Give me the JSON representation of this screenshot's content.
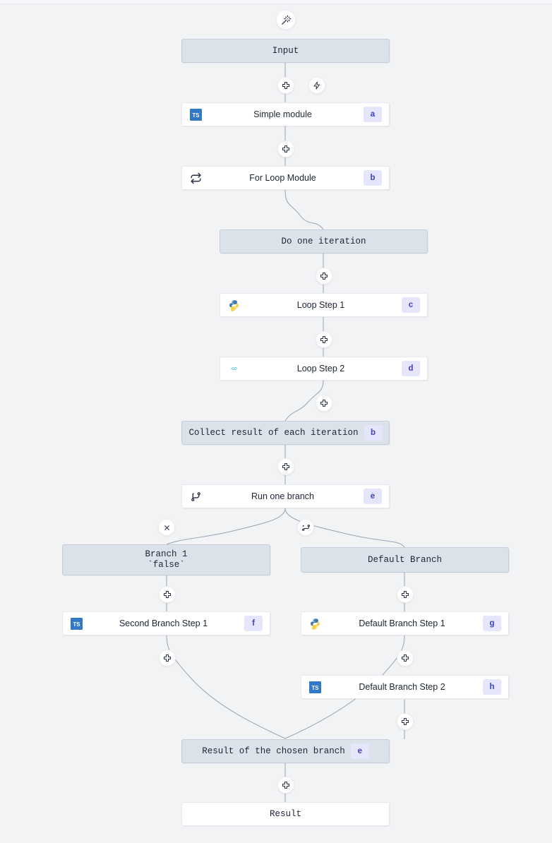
{
  "app": {
    "canvas_background": "#f2f3f5",
    "virtual_node_color": "#dce2ea",
    "step_node_color": "#ffffff",
    "badge_background": "#e5e5fb",
    "badge_text_color": "#4040c0",
    "edge_color": "#9aa2b1"
  },
  "graph": {
    "type": "flow-diagram",
    "title": "Workflow flow graph",
    "top_handle": {
      "icon": "magic-wand-icon"
    },
    "nodes": [
      {
        "id": "input",
        "label": "Input",
        "kind": "virtual",
        "badge": "",
        "icon": ""
      },
      {
        "id": "a",
        "label": "Simple module",
        "kind": "step",
        "badge": "a",
        "icon": "typescript-icon"
      },
      {
        "id": "b",
        "label": "For Loop Module",
        "kind": "step",
        "badge": "b",
        "icon": "loop-icon"
      },
      {
        "id": "do-iteration",
        "label": "Do one iteration",
        "kind": "virtual",
        "badge": "",
        "icon": ""
      },
      {
        "id": "c",
        "label": "Loop Step 1",
        "kind": "step",
        "badge": "c",
        "icon": "python-icon"
      },
      {
        "id": "d",
        "label": "Loop Step 2",
        "kind": "step",
        "badge": "d",
        "icon": "go-icon"
      },
      {
        "id": "collect",
        "label": "Collect result of each iteration",
        "kind": "virtual",
        "badge": "b",
        "icon": ""
      },
      {
        "id": "e",
        "label": "Run one branch",
        "kind": "step",
        "badge": "e",
        "icon": "branch-icon"
      },
      {
        "id": "branch1",
        "label": "Branch 1\n`false`",
        "kind": "virtual",
        "badge": "",
        "icon": ""
      },
      {
        "id": "default-branch",
        "label": "Default Branch",
        "kind": "virtual",
        "badge": "",
        "icon": ""
      },
      {
        "id": "f",
        "label": "Second Branch Step 1",
        "kind": "step",
        "badge": "f",
        "icon": "typescript-icon"
      },
      {
        "id": "g",
        "label": "Default Branch Step 1",
        "kind": "step",
        "badge": "g",
        "icon": "python-icon"
      },
      {
        "id": "h",
        "label": "Default Branch Step 2",
        "kind": "step",
        "badge": "h",
        "icon": "typescript-icon"
      },
      {
        "id": "chosen-result",
        "label": "Result of the chosen branch",
        "kind": "virtual",
        "badge": "e",
        "icon": ""
      },
      {
        "id": "result",
        "label": "Result",
        "kind": "mono-plain",
        "badge": "",
        "icon": ""
      }
    ],
    "handles": [
      {
        "id": "h-top",
        "icon": "magic-wand-icon"
      },
      {
        "id": "h-input-add",
        "icon": "plus-icon"
      },
      {
        "id": "h-input-bolt",
        "icon": "lightning-icon"
      },
      {
        "id": "h-a-add",
        "icon": "plus-icon"
      },
      {
        "id": "h-iteration-add",
        "icon": "plus-icon"
      },
      {
        "id": "h-c-add",
        "icon": "plus-icon"
      },
      {
        "id": "h-d-add",
        "icon": "plus-icon"
      },
      {
        "id": "h-collect-add",
        "icon": "plus-icon"
      },
      {
        "id": "h-branch-close",
        "icon": "close-icon"
      },
      {
        "id": "h-branch-add",
        "icon": "add-branch-icon"
      },
      {
        "id": "h-branch1-add",
        "icon": "plus-icon"
      },
      {
        "id": "h-default-add",
        "icon": "plus-icon"
      },
      {
        "id": "h-f-add",
        "icon": "plus-icon"
      },
      {
        "id": "h-g-add",
        "icon": "plus-icon"
      },
      {
        "id": "h-h-add",
        "icon": "plus-icon"
      },
      {
        "id": "h-result-add",
        "icon": "plus-icon"
      }
    ]
  }
}
